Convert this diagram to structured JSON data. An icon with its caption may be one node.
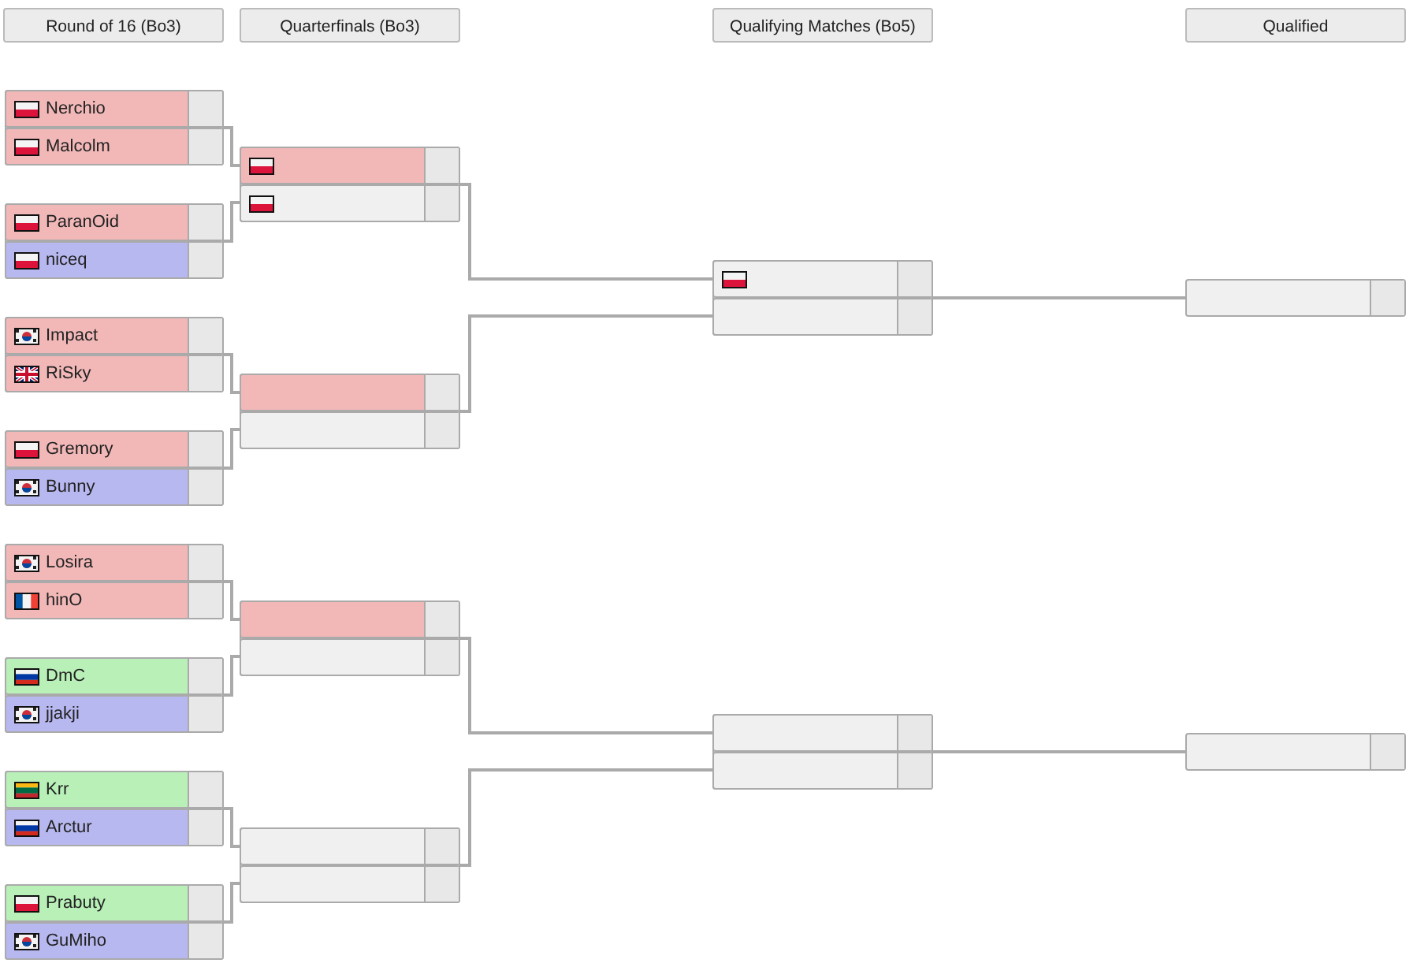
{
  "diagram": {
    "nodes": [
      {
        "text": [],
        "shape": "box"
      },
      {
        "text": [
          "Nerchio"
        ],
        "in": 0
      },
      {
        "text": [
          "Malcolm"
        ],
        "in": 0
      },
      {
        "text": [],
        "shape": "box"
      },
      {
        "text": [
          "ParanOid"
        ],
        "in": 3
      },
      {
        "text": [
          "niceq"
        ],
        "in": 3
      },
      {
        "text": [],
        "shape": "box"
      },
      {
        "text": [
          "Impact"
        ],
        "in": 6
      },
      {
        "text": [
          "RiSky"
        ],
        "in": 6
      },
      {
        "text": [],
        "shape": "box"
      },
      {
        "text": [
          "Gremory"
        ],
        "in": 9
      },
      {
        "text": [
          "Bunny"
        ],
        "in": 9
      },
      {
        "text": [],
        "shape": "box"
      },
      {
        "text": [
          "Losira"
        ],
        "in": 12
      },
      {
        "text": [
          "hinO"
        ],
        "in": 12
      },
      {
        "text": [],
        "shape": "box"
      },
      {
        "text": [
          "DmC"
        ],
        "in": 15
      },
      {
        "text": [
          "jjakji"
        ],
        "in": 15
      },
      {
        "text": [],
        "shape": "box"
      },
      {
        "text": [
          "Krr"
        ],
        "in": 18
      },
      {
        "text": [
          "Arctur"
        ],
        "in": 18
      },
      {
        "text": [],
        "shape": "box"
      },
      {
        "text": [
          "Prabuty"
        ],
        "in": 21
      },
      {
        "text": [
          "GuMiho"
        ],
        "in": 21
      },
      {
        "text": [],
        "shape": "box"
      },
      {
        "text": [],
        "shape": "box",
        "in": 24
      },
      {
        "text": [],
        "shape": "box",
        "in": 24
      },
      {
        "text": [],
        "shape": "box"
      },
      {
        "text": [],
        "shape": "box",
        "in": 27
      },
      {
        "text": [],
        "shape": "box",
        "in": 27
      },
      {
        "text": [],
        "shape": "box"
      },
      {
        "text": [],
        "shape": "box",
        "in": 30
      },
      {
        "text": [],
        "shape": "box",
        "in": 30
      },
      {
        "text": [],
        "shape": "box"
      },
      {
        "text": [],
        "shape": "box",
        "in": 33
      },
      {
        "text": [],
        "shape": "box",
        "in": 33
      },
      {
        "text": [],
        "shape": "box"
      },
      {
        "text": [],
        "shape": "box",
        "in": 36
      },
      {
        "text": [],
        "shape": "box",
        "in": 36
      },
      {
        "text": [],
        "shape": "box"
      },
      {
        "text": [],
        "shape": "box",
        "in": 39
      },
      {
        "text": [],
        "shape": "box",
        "in": 39
      },
      {
        "text": [],
        "shape": "box"
      },
      {
        "text": [],
        "shape": "box"
      }
    ],
    "edges": [
      {
        "from": 0,
        "to": 25,
        "arrow": "none"
      },
      {
        "from": 3,
        "to": 26,
        "arrow": "none"
      },
      {
        "from": 6,
        "to": 28,
        "arrow": "none"
      },
      {
        "from": 9,
        "to": 29,
        "arrow": "none"
      },
      {
        "from": 12,
        "to": 31,
        "arrow": "none"
      },
      {
        "from": 15,
        "to": 32,
        "arrow": "none"
      },
      {
        "from": 18,
        "to": 34,
        "arrow": "none"
      },
      {
        "from": 21,
        "to": 35,
        "arrow": "none"
      },
      {
        "from": 24,
        "to": 37,
        "arrow": "none"
      },
      {
        "from": 27,
        "to": 38,
        "arrow": "none"
      },
      {
        "from": 30,
        "to": 40,
        "arrow": "none"
      },
      {
        "from": 33,
        "to": 41,
        "arrow": "none"
      },
      {
        "from": 36,
        "to": 42,
        "arrow": "none"
      },
      {
        "from": 39,
        "to": 43,
        "arrow": "none"
      }
    ],
    "labels": [
      "Round of 16 (Bo3)",
      "Quarterfinals (Bo3)",
      "Qualifying Matches (Bo5)",
      "Qualified"
    ]
  }
}
